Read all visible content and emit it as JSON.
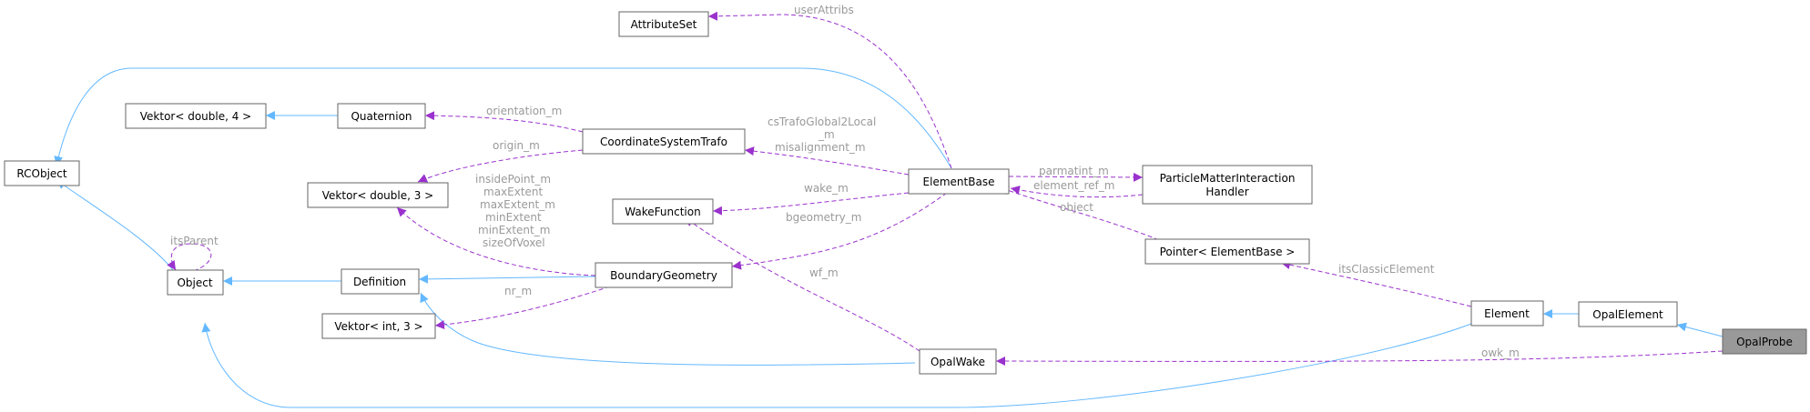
{
  "diagram": {
    "nodes": {
      "attribute_set": "AttributeSet",
      "rcobject": "RCObject",
      "vektor_double4": "Vektor< double, 4 >",
      "quaternion": "Quaternion",
      "coordinate_system_trafo": "CoordinateSystemTrafo",
      "vektor_double3": "Vektor< double, 3 >",
      "element_base": "ElementBase",
      "particle_matter_line1": "ParticleMatterInteraction",
      "particle_matter_line2": "Handler",
      "wake_function": "WakeFunction",
      "object": "Object",
      "definition": "Definition",
      "boundary_geometry": "BoundaryGeometry",
      "pointer_element_base": "Pointer< ElementBase >",
      "vektor_int3": "Vektor< int, 3 >",
      "element": "Element",
      "opal_element": "OpalElement",
      "opal_probe": "OpalProbe",
      "opal_wake": "OpalWake"
    },
    "edge_labels": {
      "user_attribs": "userAttribs",
      "orientation_m": "orientation_m",
      "origin_m": "origin_m",
      "cs_trafo_line1": "csTrafoGlobal2Local",
      "cs_trafo_line2": "_m",
      "misalignment_m": "misalignment_m",
      "parmatint_m": "parmatint_m",
      "element_ref_m": "element_ref_m",
      "wake_m": "wake_m",
      "its_parent": "itsParent",
      "object": "object",
      "bgeometry_m": "bgeometry_m",
      "bg_line1": "insidePoint_m",
      "bg_line2": "maxExtent",
      "bg_line3": "maxExtent_m",
      "bg_line4": "minExtent",
      "bg_line5": "minExtent_m",
      "bg_line6": "sizeOfVoxel",
      "wf_m": "wf_m",
      "its_classic_element": "itsClassicElement",
      "nr_m": "nr_m",
      "owk_m": "owk_m"
    },
    "colors": {
      "inheritance_edge": "#63b8ff",
      "member_edge": "#9a32cd",
      "label_text": "#9a9a9a",
      "node_border": "#666666",
      "selected_node_fill": "#999999"
    }
  }
}
